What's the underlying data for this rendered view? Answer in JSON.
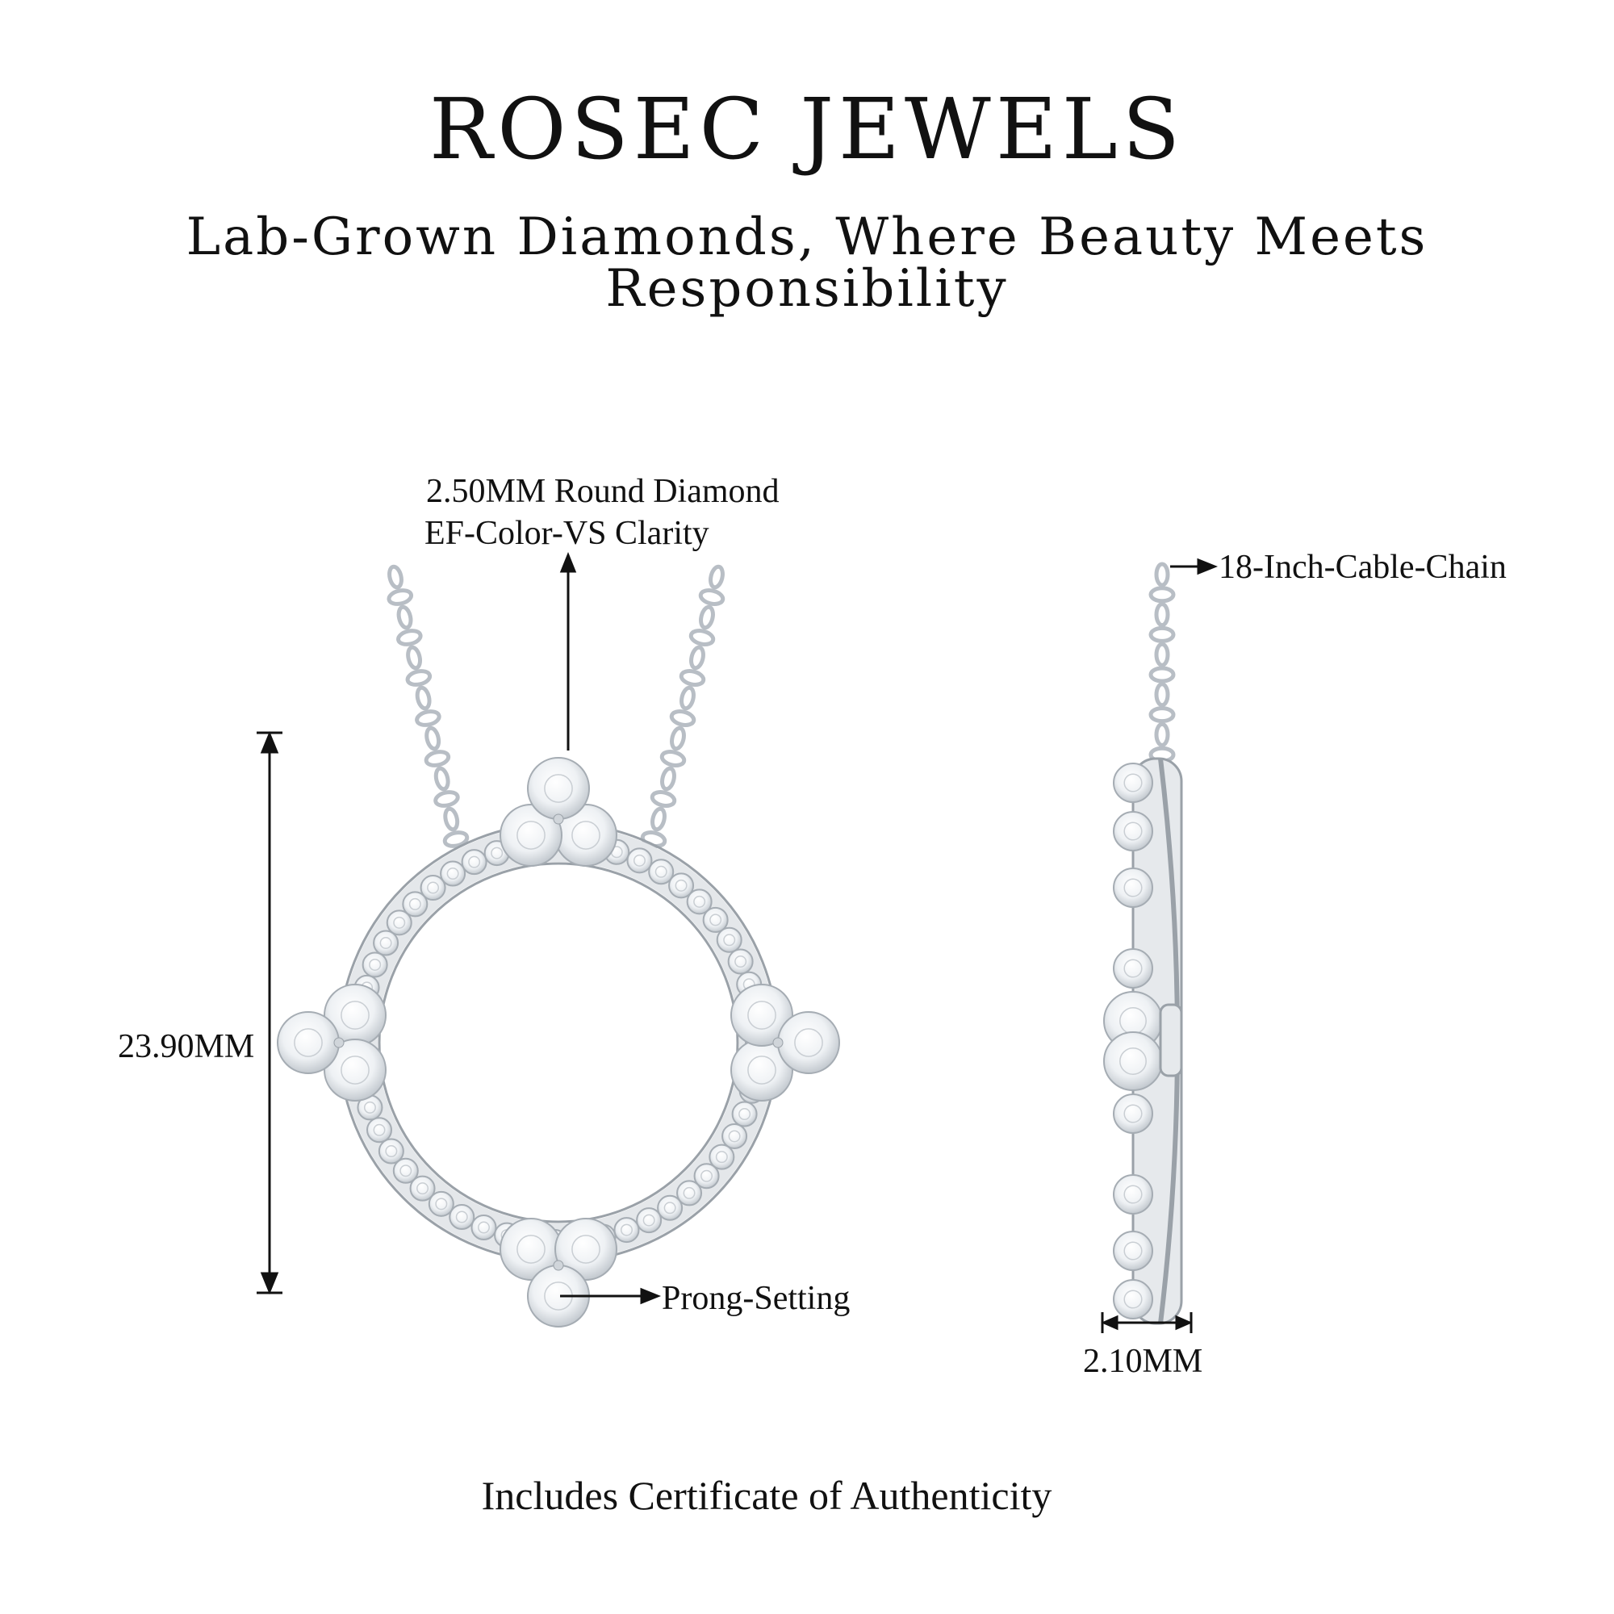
{
  "header": {
    "brand": "ROSEC JEWELS",
    "tagline": "Lab-Grown Diamonds, Where Beauty Meets Responsibility"
  },
  "annotations": {
    "stone_line1": "2.50MM Round Diamond",
    "stone_line2": "EF-Color-VS  Clarity",
    "height": "23.90MM",
    "setting": "Prong-Setting",
    "chain": "18-Inch-Cable-Chain",
    "thickness": "2.10MM"
  },
  "footer": {
    "certificate": "Includes Certificate of Authenticity"
  },
  "colors": {
    "metal": "#d9dde2",
    "metal_edge": "#9aa1a8",
    "diamond": "#f4f6f8",
    "ink": "#111111"
  }
}
